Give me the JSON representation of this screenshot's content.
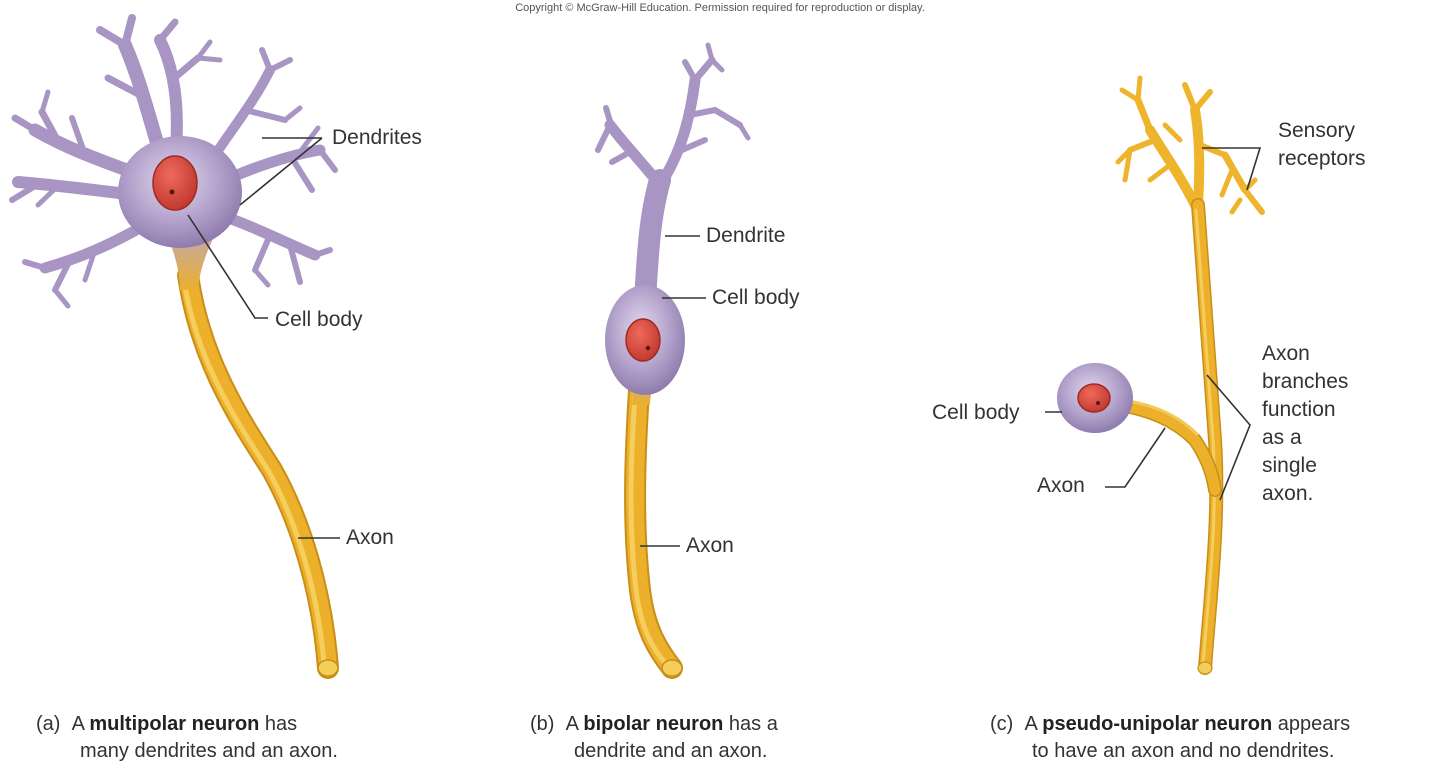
{
  "copyright": "Copyright © McGraw-Hill Education. Permission required for reproduction or display.",
  "colors": {
    "dendrite": "#b6a6cc",
    "cell_body": "#a593c0",
    "nucleus": "#d84a3f",
    "axon": "#ecb02b",
    "axon_highlight": "#f8d66a",
    "sensory": "#f0b830",
    "leader_line": "#333333"
  },
  "panels": {
    "multipolar": {
      "labels": {
        "dendrites": "Dendrites",
        "cell_body": "Cell body",
        "axon": "Axon"
      },
      "caption": {
        "letter": "(a)",
        "pre": "A ",
        "bold": "multipolar neuron",
        "post": " has",
        "line2": "many dendrites and an axon."
      }
    },
    "bipolar": {
      "labels": {
        "dendrite": "Dendrite",
        "cell_body": "Cell body",
        "axon": "Axon"
      },
      "caption": {
        "letter": "(b)",
        "pre": "A ",
        "bold": "bipolar neuron",
        "post": " has a",
        "line2": "dendrite and an axon."
      }
    },
    "pseudo_unipolar": {
      "labels": {
        "sensory_receptors": [
          "Sensory",
          "receptors"
        ],
        "axon_branches": [
          "Axon",
          "branches",
          "function",
          "as a",
          "single",
          "axon."
        ],
        "cell_body": "Cell body",
        "axon": "Axon"
      },
      "caption": {
        "letter": "(c)",
        "pre": "A ",
        "bold": "pseudo-unipolar neuron",
        "post": " appears",
        "line2": "to have an axon and no dendrites."
      }
    }
  }
}
